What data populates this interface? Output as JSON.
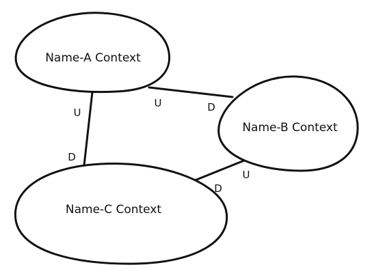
{
  "contexts": {
    "a": {
      "label": "Name-A Context"
    },
    "b": {
      "label": "Name-B Context"
    },
    "c": {
      "label": "Name-C Context"
    }
  },
  "relationships": [
    {
      "from": "a",
      "to": "b",
      "upstream_label": "U",
      "downstream_label": "D"
    },
    {
      "from": "a",
      "to": "c",
      "upstream_label": "U",
      "downstream_label": "D"
    },
    {
      "from": "b",
      "to": "c",
      "upstream_label": "U",
      "downstream_label": "D"
    }
  ],
  "colors": {
    "stroke": "#111111",
    "background": "#ffffff"
  }
}
